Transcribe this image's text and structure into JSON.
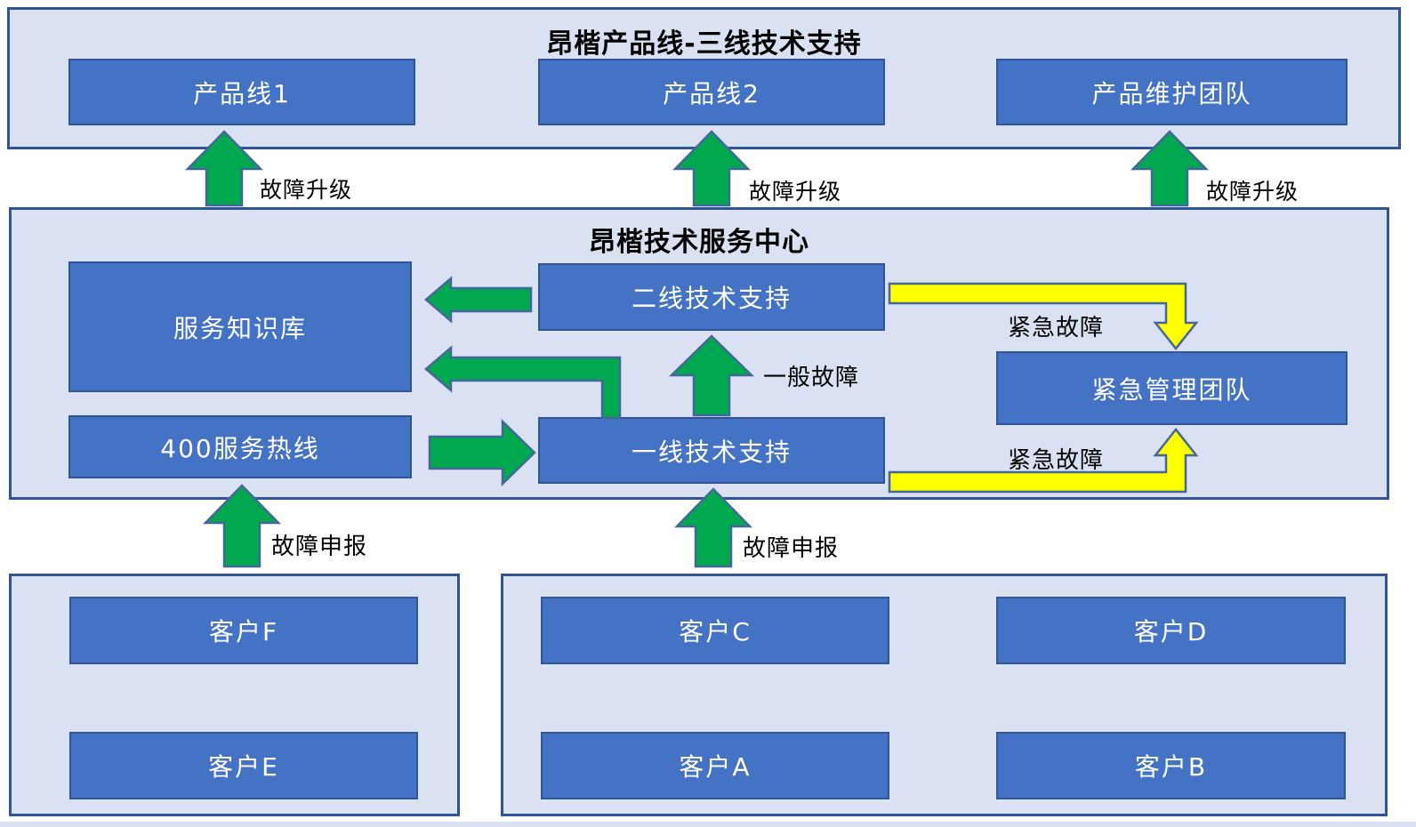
{
  "colors": {
    "page_bg": "#FFFFFF",
    "section_bg": "#D9E1F2",
    "section_border": "#2F5597",
    "box_fill": "#4472C4",
    "box_border": "#2F5597",
    "box_text": "#FFFFFF",
    "label_text": "#000000",
    "arrow_green": "#00A94F",
    "arrow_yellow": "#FFFF00",
    "arrow_outline": "#44679B"
  },
  "top_section": {
    "title": "昂楷产品线-三线技术支持",
    "product_line_1": "产品线1",
    "product_line_2": "产品线2",
    "maintenance_team": "产品维护团队"
  },
  "middle_section": {
    "title": "昂楷技术服务中心",
    "knowledge_base": "服务知识库",
    "second_line_support": "二线技术支持",
    "emergency_team": "紧急管理团队",
    "hotline_400": "400服务热线",
    "first_line_support": "一线技术支持"
  },
  "bottom_left_section": {
    "customer_f": "客户F",
    "customer_e": "客户E"
  },
  "bottom_right_section": {
    "customer_c": "客户C",
    "customer_d": "客户D",
    "customer_a": "客户A",
    "customer_b": "客户B"
  },
  "arrow_labels": {
    "fault_escalation": "故障升级",
    "fault_report": "故障申报",
    "general_fault": "一般故障",
    "urgent_fault": "紧急故障"
  }
}
